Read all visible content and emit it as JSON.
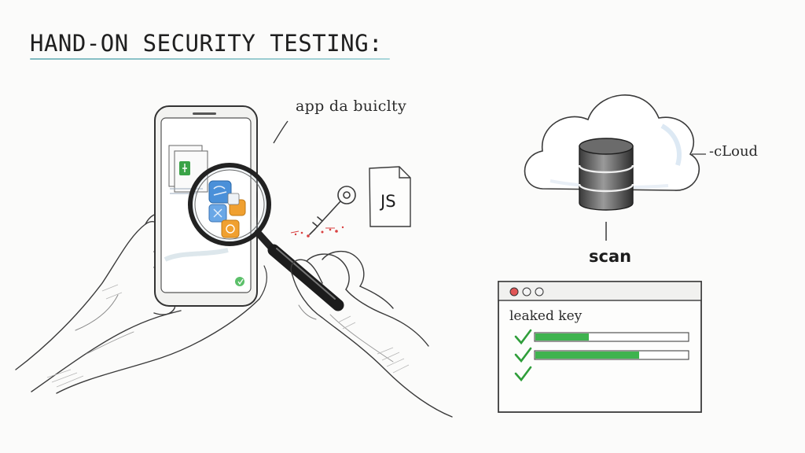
{
  "title": "HAND-ON SECURITY TESTING:",
  "annotations": {
    "app": "app da buiclty",
    "cloud": "-cLoud",
    "scan": "scan",
    "js_file": "JS"
  },
  "scan_panel": {
    "label": "leaked key",
    "window_controls": [
      "close-dot",
      "minimize-dot",
      "maximize-dot"
    ],
    "results": [
      {
        "checked": true,
        "progress": 0.35
      },
      {
        "checked": true,
        "progress": 0.68
      },
      {
        "checked": true,
        "progress": null
      }
    ]
  },
  "icons": [
    "smartphone-icon",
    "magnifier-icon",
    "key-icon",
    "js-file-icon",
    "cloud-icon",
    "database-icon",
    "checkmark-icon",
    "hand-icon"
  ],
  "colors": {
    "accent_teal": "#8cc6ca",
    "progress_green": "#3fb34f",
    "check_green": "#2f9e3a",
    "app_blue": "#4a90d9",
    "app_orange": "#f0a030",
    "leak_red": "#d94040"
  }
}
